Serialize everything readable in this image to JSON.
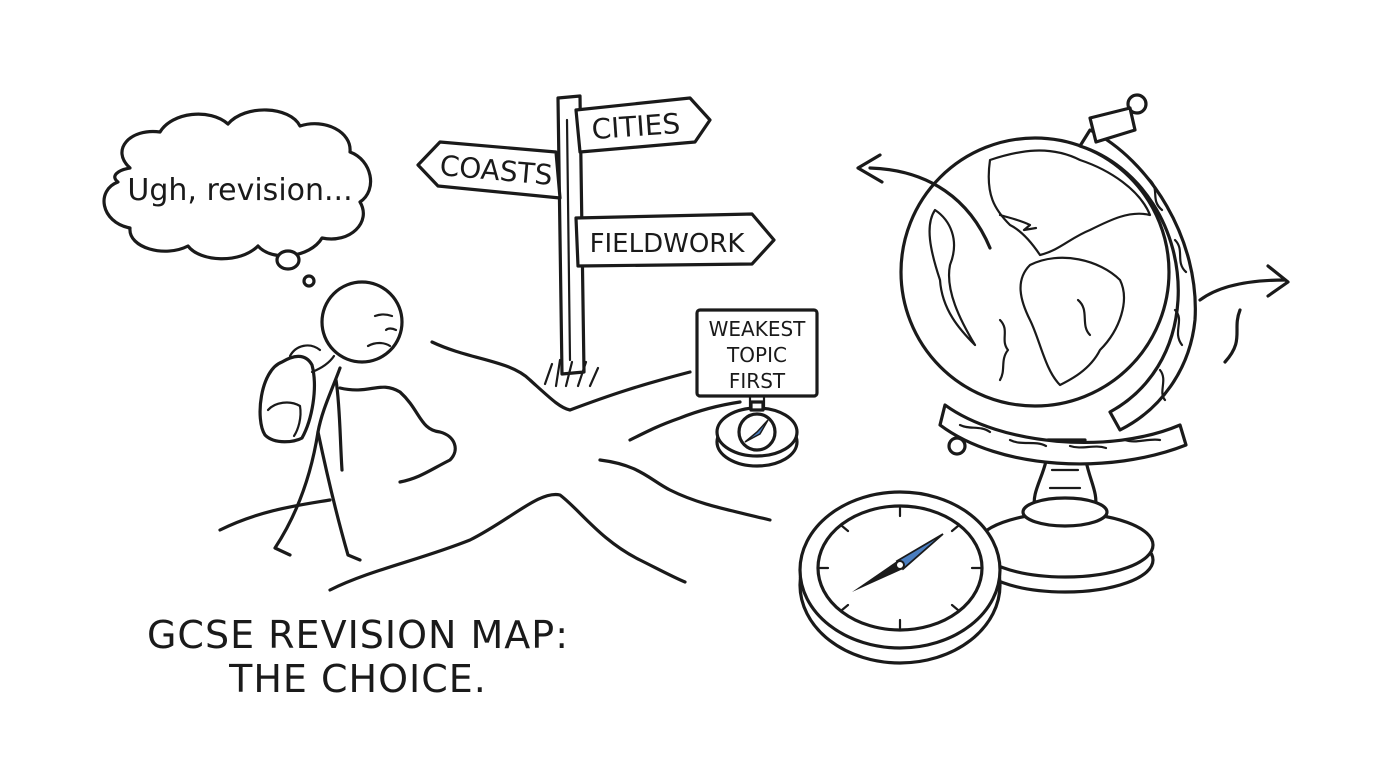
{
  "thought_bubble": {
    "text": "Ugh, revision..."
  },
  "signpost": {
    "signs": [
      "CITIES",
      "COASTS",
      "FIELDWORK"
    ]
  },
  "small_sign": {
    "lines": [
      "WEAKEST",
      "TOPIC",
      "FIRST"
    ]
  },
  "caption": {
    "line1": "GCSE REVISION MAP:",
    "line2": "THE CHOICE."
  },
  "colors": {
    "ink": "#1a1a1a",
    "compass_needle": "#4a7ec0",
    "paper": "#ffffff"
  }
}
